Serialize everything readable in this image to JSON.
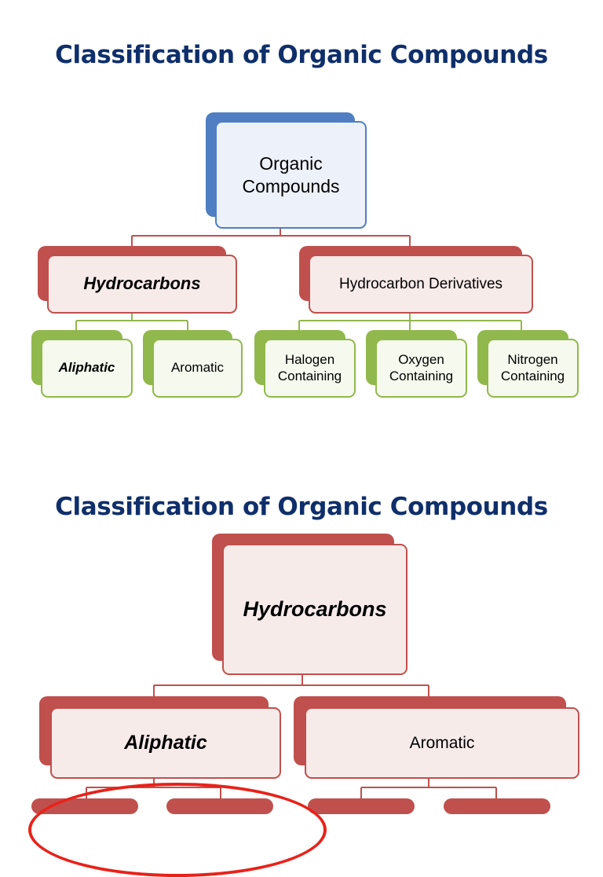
{
  "slide1": {
    "title": "Classification of Organic Compounds",
    "root": "Organic\nCompounds",
    "level1": [
      "Hydrocarbons",
      "Hydrocarbon Derivatives"
    ],
    "level2": [
      "Aliphatic",
      "Aromatic",
      "Halogen\nContaining",
      "Oxygen\nContaining",
      "Nitrogen\nContaining"
    ]
  },
  "slide2": {
    "title": "Classification of Organic Compounds",
    "root": "Hydrocarbons",
    "level1": [
      "Aliphatic",
      "Aromatic"
    ]
  },
  "colors": {
    "title": "#0f2f6b",
    "blue": "#4f7fc2",
    "red": "#c0504d",
    "green": "#91b84c",
    "annotation": "#e8221a"
  }
}
